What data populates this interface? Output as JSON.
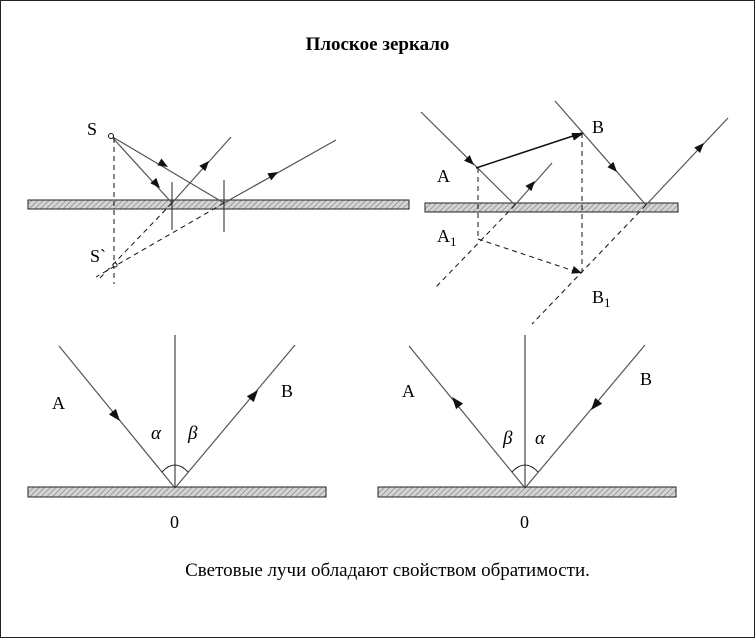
{
  "title": "Плоское зеркало",
  "caption": "Световые лучи обладают свойством обратимости.",
  "diagram1": {
    "source": "S",
    "image": "S`"
  },
  "diagram2": {
    "a": "A",
    "b": "B",
    "a1": "A",
    "a1_sub": "1",
    "b1": "B",
    "b1_sub": "1"
  },
  "diagram3": {
    "a": "A",
    "b": "B",
    "alpha": "α",
    "beta": "β",
    "zero": "0"
  },
  "diagram4": {
    "a": "A",
    "b": "B",
    "alpha": "α",
    "beta": "β",
    "zero": "0"
  },
  "colors": {
    "mirror_fill": "#c8c8c8",
    "ray": "#555555",
    "line": "#111111"
  }
}
